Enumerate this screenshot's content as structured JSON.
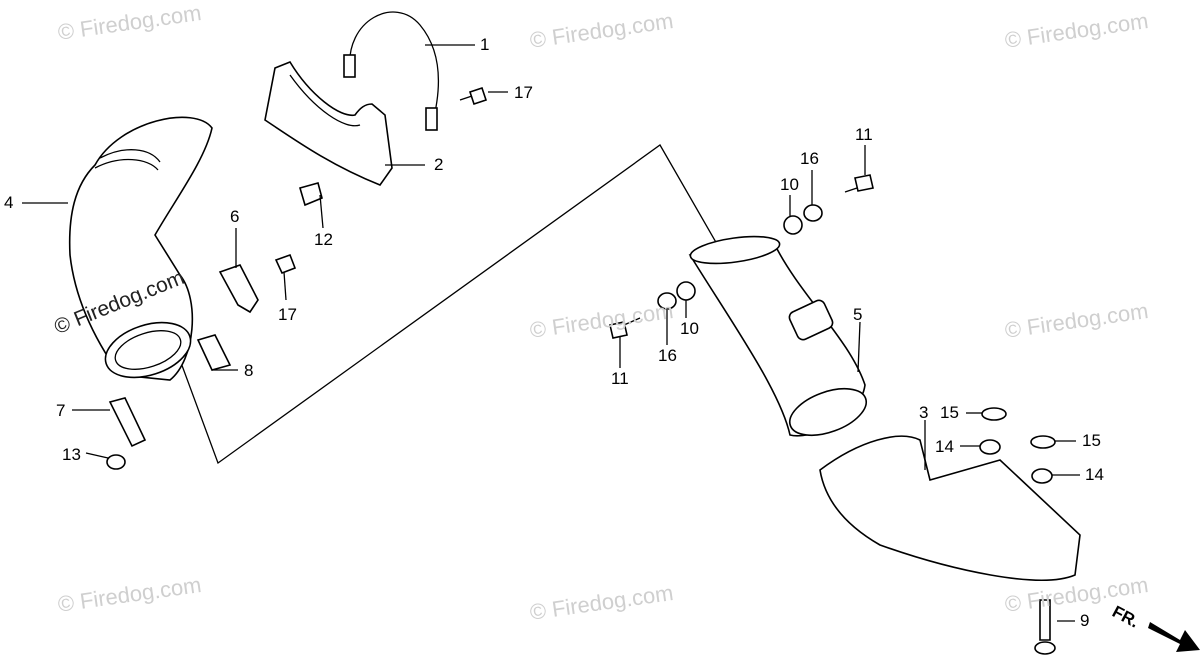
{
  "watermarks": {
    "text": "© Firedog.com",
    "main": "© Firedog.com"
  },
  "callouts": [
    "1",
    "17",
    "2",
    "12",
    "4",
    "6",
    "17",
    "8",
    "7",
    "13",
    "11",
    "16",
    "10",
    "10",
    "16",
    "11",
    "5",
    "3",
    "15",
    "14",
    "15",
    "14",
    "9"
  ],
  "direction": "FR."
}
